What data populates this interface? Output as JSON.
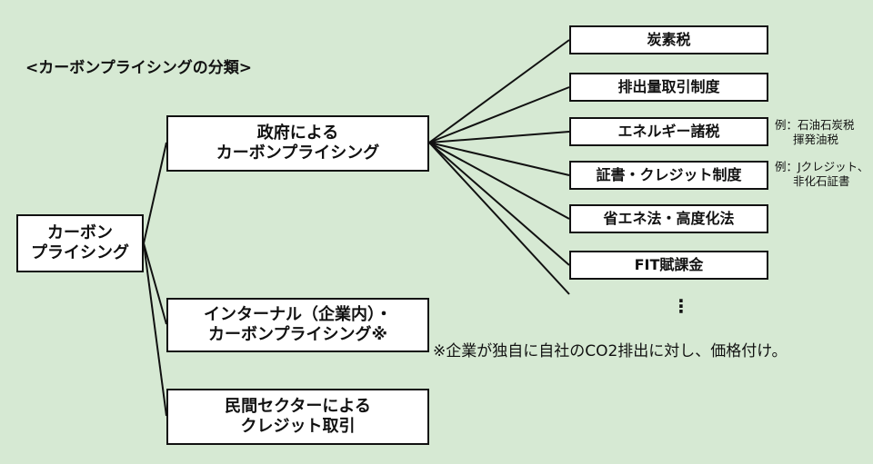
{
  "heading": "<カーボンプライシングの分類>",
  "root": {
    "line1": "カーボン",
    "line2": "プライシング"
  },
  "branches": [
    {
      "line1": "政府による",
      "line2": "カーボンプライシング"
    },
    {
      "line1": "インターナル（企業内）・",
      "line2": "カーボンプライシング※"
    },
    {
      "line1": "民間セクターによる",
      "line2": "クレジット取引"
    }
  ],
  "instruments": [
    "炭素税",
    "排出量取引制度",
    "エネルギー諸税",
    "証書・クレジット制度",
    "省エネ法・高度化法",
    "FIT賦課金"
  ],
  "notes": {
    "energy_tax": {
      "line1": "例：石油石炭税",
      "line2": "揮発油税"
    },
    "certificates": {
      "line1": "例：Jクレジット、",
      "line2": "非化石証書"
    }
  },
  "ellipsis": "⋮",
  "footnote": "※企業が独自に自社のCO2排出に対し、価格付け。",
  "colors": {
    "background": "#d6e9d3",
    "box_fill": "#ffffff",
    "line": "#111111"
  }
}
